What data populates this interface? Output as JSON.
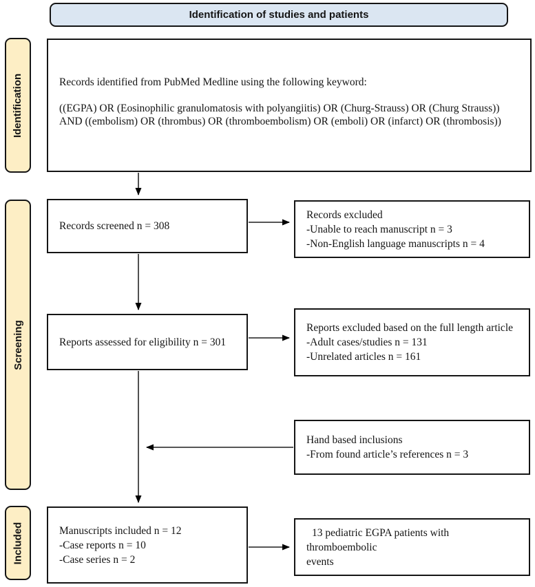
{
  "header": {
    "title": "Identification of studies and patients"
  },
  "sidebar": {
    "identification_label": "Identification",
    "screening_label": "Screening",
    "included_label": "Included"
  },
  "boxes": {
    "records_identified": {
      "intro": "Records identified from PubMed Medline using the following keyword:",
      "query_line1": "((EGPA) OR (Eosinophilic granulomatosis with polyangiitis) OR (Churg-Strauss) OR (Churg Strauss))",
      "query_line2": "AND ((embolism) OR (thrombus) OR (thromboembolism) OR (emboli) OR (infarct) OR (thrombosis))"
    },
    "records_screened": {
      "text": "Records screened n = 308"
    },
    "records_excluded": {
      "title": "Records excluded",
      "items": [
        "-Unable to reach manuscript n = 3",
        "-Non-English language manuscripts n = 4"
      ]
    },
    "reports_assessed": {
      "text": "Reports assessed for eligibility n = 301"
    },
    "reports_excluded": {
      "title": "Reports excluded based on the full length article",
      "items": [
        "-Adult cases/studies n = 131",
        "-Unrelated articles n = 161"
      ]
    },
    "hand_inclusions": {
      "title": "Hand based inclusions",
      "items": [
        "-From found article’s references n = 3"
      ]
    },
    "manuscripts_included": {
      "title": "Manuscripts included n = 12",
      "items": [
        "-Case reports n = 10",
        "-Case series n = 2"
      ]
    },
    "final_result": {
      "line1": "13 pediatric EGPA patients with thromboembolic",
      "line2": "events"
    }
  },
  "colors": {
    "header_fill": "#dbe6f2",
    "sidebar_fill": "#fdeec5",
    "box_border": "#141414",
    "arrow_line": "#3d3d3d",
    "arrowhead": "#000000"
  }
}
